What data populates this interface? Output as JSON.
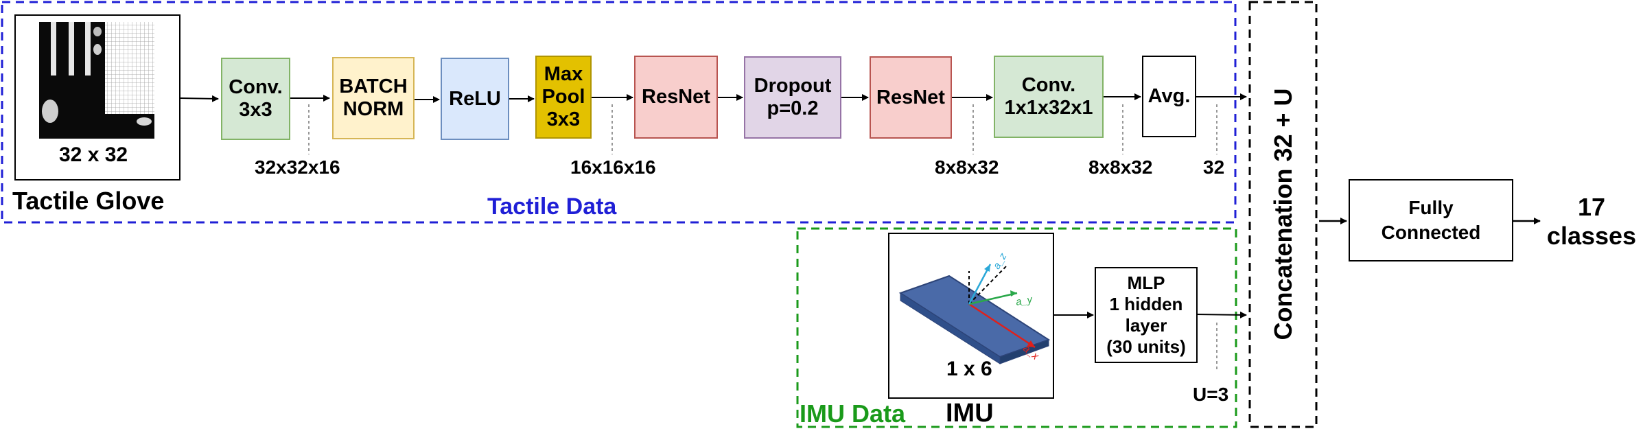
{
  "glove": {
    "caption": "32 x 32",
    "title": "Tactile Glove"
  },
  "tactile_region": {
    "label": "Tactile Data",
    "label_color": "#1f1fd6",
    "border_color": "#1f1fd6"
  },
  "imu_region": {
    "label": "IMU Data",
    "label_color": "#1a9a1a",
    "border_color": "#1a9a1a"
  },
  "blocks": {
    "conv1": {
      "label": "Conv.\n3x3",
      "fill": "#d5e8d4",
      "stroke": "#82b366"
    },
    "batchnorm": {
      "label": "BATCH\nNORM",
      "fill": "#fff2cc",
      "stroke": "#d6b656"
    },
    "relu": {
      "label": "ReLU",
      "fill": "#dae8fc",
      "stroke": "#6c8ebf"
    },
    "maxpool": {
      "label": "Max\nPool\n3x3",
      "fill": "#e3c100",
      "stroke": "#b09500"
    },
    "resnet1": {
      "label": "ResNet",
      "fill": "#f8cecc",
      "stroke": "#b85450"
    },
    "dropout": {
      "label": "Dropout\np=0.2",
      "fill": "#e1d5e7",
      "stroke": "#9673a6"
    },
    "resnet2": {
      "label": "ResNet",
      "fill": "#f8cecc",
      "stroke": "#b85450"
    },
    "conv2": {
      "label": "Conv.\n1x1x32x1",
      "fill": "#d5e8d4",
      "stroke": "#82b366"
    },
    "avg": {
      "label": "Avg.",
      "fill": "#ffffff",
      "stroke": "#000000"
    }
  },
  "dims": {
    "d1": "32x32x16",
    "d2": "16x16x16",
    "d3": "8x8x32",
    "d4": "8x8x32",
    "d5": "32",
    "u": "U=3"
  },
  "imu": {
    "caption": "1 x 6",
    "title": "IMU",
    "axis_x": "a_x",
    "axis_y": "a_y",
    "axis_z": "a_z",
    "axis_x_color": "#e0201a",
    "axis_y_color": "#2aa84a",
    "axis_z_color": "#2aa8d8"
  },
  "mlp": {
    "label": "MLP\n1 hidden\nlayer\n(30 units)"
  },
  "concat": {
    "label": "Concatenation 32 + U"
  },
  "fc": {
    "label": "Fully\nConnected"
  },
  "output": {
    "label": "17\nclasses"
  }
}
